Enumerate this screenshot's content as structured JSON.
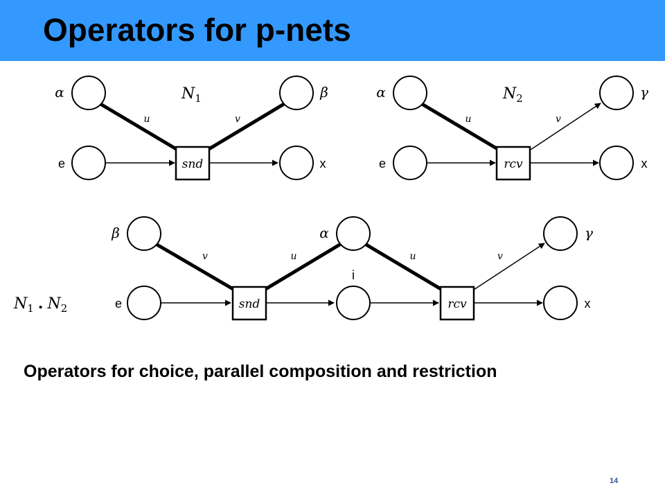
{
  "slide": {
    "title": "Operators for p-nets",
    "caption": "Operators for choice, parallel composition and restriction",
    "page_number": "14",
    "title_bar_color": "#3399ff",
    "page_number_color": "#2f5597"
  },
  "net1": {
    "name": "N",
    "name_sub": "1",
    "transition": "snd",
    "places": {
      "top_left": "α",
      "top_right": "β",
      "bottom_left": "e",
      "bottom_right": "x"
    },
    "edge_labels": {
      "left": "u",
      "right": "v"
    }
  },
  "net2": {
    "name": "N",
    "name_sub": "2",
    "transition": "rcv",
    "places": {
      "top_left": "α",
      "top_right": "γ",
      "bottom_left": "e",
      "bottom_right": "x"
    },
    "edge_labels": {
      "left": "u",
      "right": "v"
    }
  },
  "composed": {
    "label_left": "N",
    "label_left_sub": "1",
    "dot": ".",
    "label_right": "N",
    "label_right_sub": "2",
    "transitions": {
      "first": "snd",
      "second": "rcv"
    },
    "places": {
      "beta": "β",
      "alpha": "α",
      "gamma": "γ",
      "input": "e",
      "internal": "i",
      "output": "x"
    },
    "edge_labels": {
      "e1": "v",
      "e2": "u",
      "e3": "u",
      "e4": "v"
    }
  }
}
